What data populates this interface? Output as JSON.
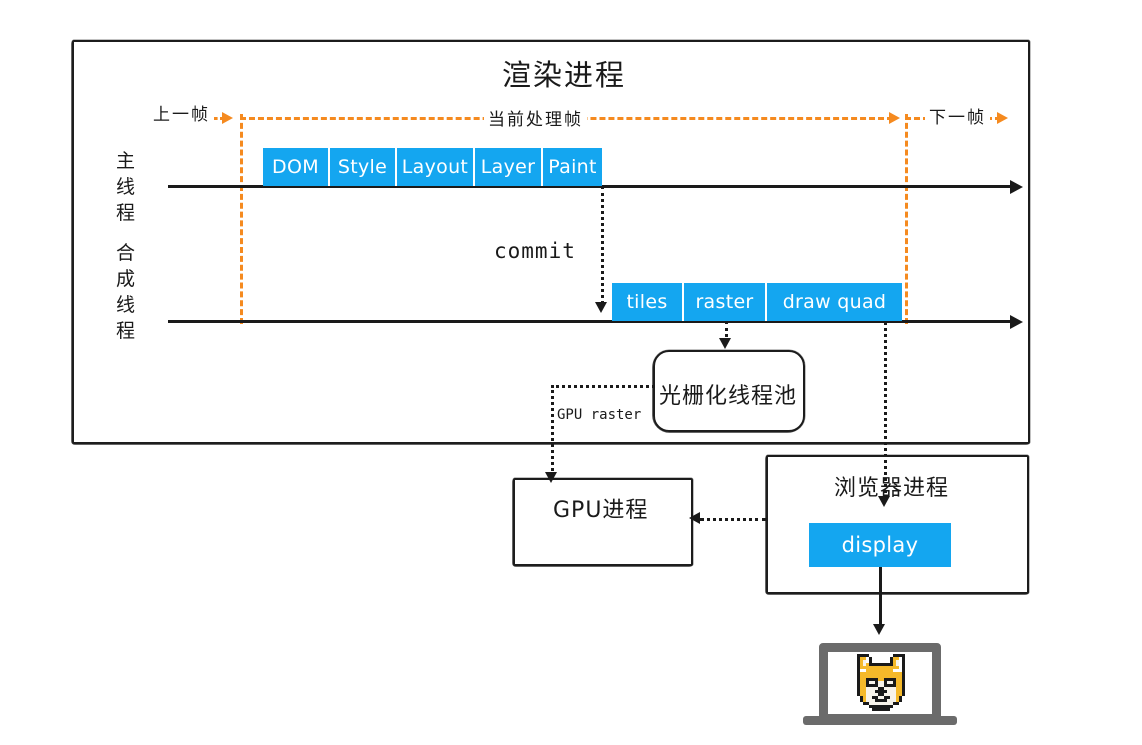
{
  "diagram": {
    "title": "渲染进程",
    "frames": {
      "previous": "上一帧",
      "current": "当前处理帧",
      "next": "下一帧"
    },
    "lanes": [
      {
        "id": "main-thread",
        "label": "主线程"
      },
      {
        "id": "compositor-thread",
        "label": "合成线程"
      }
    ],
    "main_thread_steps": [
      {
        "label": "DOM"
      },
      {
        "label": "Style"
      },
      {
        "label": "Layout"
      },
      {
        "label": "Layer"
      },
      {
        "label": "Paint"
      }
    ],
    "commit_label": "commit",
    "compositor_steps": [
      {
        "label": "tiles"
      },
      {
        "label": "raster"
      },
      {
        "label": "draw quad"
      }
    ],
    "raster_pool": "光栅化线程池",
    "gpu_raster_label": "GPU raster",
    "gpu_process": "GPU进程",
    "browser_process": "浏览器进程",
    "display_chip": "display",
    "device": {
      "name": "laptop-screen",
      "content": "doge-pixel-art"
    },
    "colors": {
      "chip_blue": "#14a6f0",
      "frame_orange": "#f58a1f",
      "ink": "#1a1a1a",
      "device_grey": "#6b6b6b",
      "doge_gold": "#f5b92a",
      "doge_cream": "#f7f3ea"
    }
  }
}
